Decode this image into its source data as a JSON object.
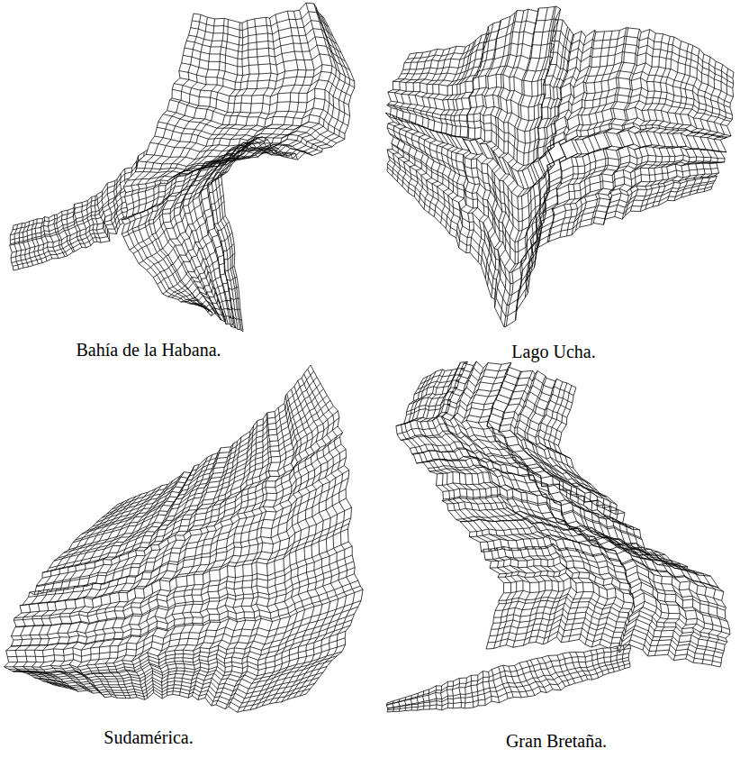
{
  "diagram": {
    "labels": [
      "Bahía de la Habana.",
      "Lago Ucha.",
      "Sudamérica.",
      "Gran Bretaña."
    ]
  }
}
